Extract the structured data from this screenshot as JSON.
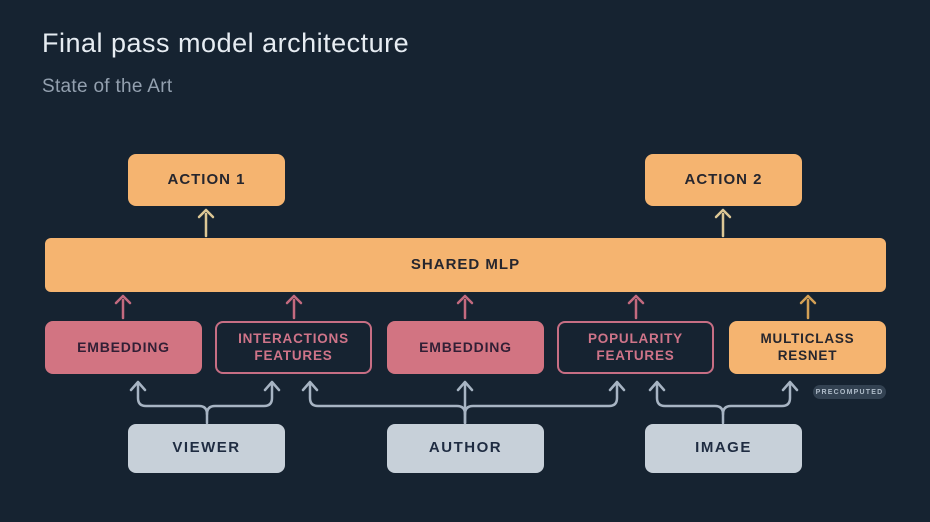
{
  "header": {
    "title": "Final pass model architecture",
    "subtitle": "State of the Art"
  },
  "nodes": {
    "action1": {
      "label": "ACTION 1"
    },
    "action2": {
      "label": "ACTION 2"
    },
    "shared_mlp": {
      "label": "SHARED MLP"
    },
    "embedding_viewer": {
      "label": "EMBEDDING"
    },
    "interactions_features": {
      "label": "INTERACTIONS FEATURES"
    },
    "embedding_author": {
      "label": "EMBEDDING"
    },
    "popularity_features": {
      "label": "POPULARITY FEATURES"
    },
    "multiclass_resnet": {
      "label": "MULTICLASS RESNET"
    },
    "viewer": {
      "label": "VIEWER"
    },
    "author": {
      "label": "AUTHOR"
    },
    "image": {
      "label": "IMAGE"
    },
    "precomputed_badge": {
      "label": "PRECOMPUTED"
    }
  },
  "edges": [
    {
      "from": "shared_mlp",
      "to": "action1",
      "color": "tan"
    },
    {
      "from": "shared_mlp",
      "to": "action2",
      "color": "tan"
    },
    {
      "from": "embedding_viewer",
      "to": "shared_mlp",
      "color": "pink"
    },
    {
      "from": "interactions_features",
      "to": "shared_mlp",
      "color": "pink"
    },
    {
      "from": "embedding_author",
      "to": "shared_mlp",
      "color": "pink"
    },
    {
      "from": "popularity_features",
      "to": "shared_mlp",
      "color": "pink"
    },
    {
      "from": "multiclass_resnet",
      "to": "shared_mlp",
      "color": "orange"
    },
    {
      "from": "viewer",
      "to": "embedding_viewer",
      "color": "gray"
    },
    {
      "from": "viewer",
      "to": "interactions_features",
      "color": "gray"
    },
    {
      "from": "author",
      "to": "interactions_features",
      "color": "gray"
    },
    {
      "from": "author",
      "to": "embedding_author",
      "color": "gray"
    },
    {
      "from": "author",
      "to": "popularity_features",
      "color": "gray"
    },
    {
      "from": "image",
      "to": "popularity_features",
      "color": "gray"
    },
    {
      "from": "image",
      "to": "multiclass_resnet",
      "color": "gray"
    }
  ],
  "palette": {
    "bg": "#162331",
    "title": "#e6ecf2",
    "subtitle": "#93a0af",
    "orange": "#f5b470",
    "orange_text": "#26262e",
    "pink": "#d27482",
    "pink_text": "#321f35",
    "pink_outline": "#c76e84",
    "pink_label": "#cf7489",
    "gray_box": "#c7d0d9",
    "gray_text": "#1f2c42",
    "arrow_gray": "#a7b4c3",
    "arrow_pink": "#c36a7f",
    "arrow_tan": "#dcc795",
    "arrow_orange": "#d3a055",
    "pill_bg": "#334252",
    "pill_text": "#aebbc8"
  }
}
